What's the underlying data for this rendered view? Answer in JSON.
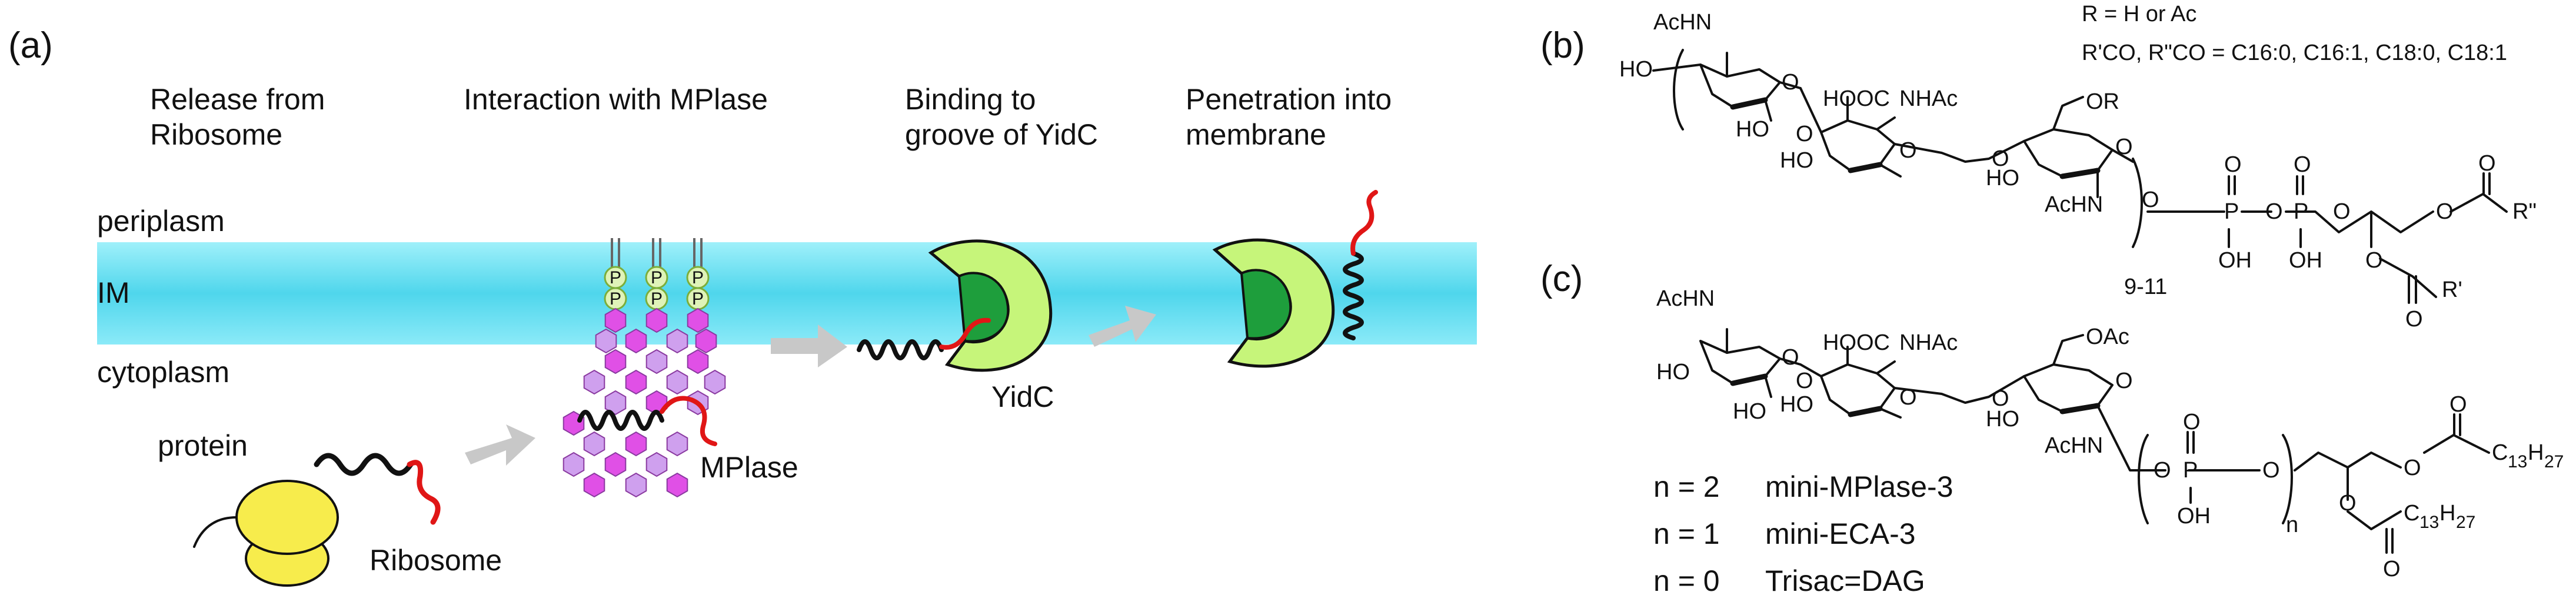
{
  "panels": {
    "a": "(a)",
    "b": "(b)",
    "c": "(c)"
  },
  "steps": {
    "release": [
      "Release from",
      "Ribosome"
    ],
    "interaction": [
      "Interaction with MPlase"
    ],
    "binding": [
      "Binding to",
      "groove of YidC"
    ],
    "penetration": [
      "Penetration into",
      "membrane"
    ]
  },
  "membrane": {
    "periplasm": "periplasm",
    "im": "IM",
    "cytoplasm": "cytoplasm",
    "color": "#4fd6ec"
  },
  "labels": {
    "protein": "protein",
    "ribosome": "Ribosome",
    "mplase": "MPlase",
    "yidc": "YidC",
    "phosphate": "P"
  },
  "colors": {
    "ribosome": "#f7ec4c",
    "yidc_outer": "#c6f57a",
    "yidc_inner": "#1e9e3c",
    "hex_magenta": "#e050e6",
    "hex_lilac": "#cfa0ee",
    "phos": "#dff3b8",
    "arrow": "#c8c8c8",
    "signal": "#e01616"
  },
  "chem_b": {
    "r_def": "R = H or Ac",
    "acyl_def": "R'CO, R\"CO = C16:0, C16:1, C18:0, C18:1",
    "groups": {
      "achn": "AcHN",
      "ho1": "HO",
      "ho2": "HO",
      "hooc": "HOOC",
      "nhac": "NHAc",
      "ho3": "HO",
      "or": "OR",
      "ho4": "HO",
      "achn2": "AcHN",
      "o_link1": "O",
      "o_link2": "O",
      "o_link3": "O",
      "o_ring1": "O",
      "o_ring2": "O",
      "o_ring3": "O",
      "repeat": "9-11",
      "p1": "P",
      "p2": "P",
      "o_p1": "O",
      "o_p2": "O",
      "o_p3": "O",
      "oh1": "OH",
      "oh2": "OH",
      "o_dbl1": "O",
      "o_dbl2": "O",
      "o_gly1": "O",
      "o_gly2": "O",
      "o_c1": "O",
      "o_c2": "O",
      "r2": "R\"",
      "r1": "R'"
    }
  },
  "chem_c": {
    "groups": {
      "achn": "AcHN",
      "ho1": "HO",
      "ho2": "HO",
      "hooc": "HOOC",
      "nhac": "NHAc",
      "ho3": "HO",
      "oac": "OAc",
      "ho4": "HO",
      "achn2": "AcHN",
      "o_link1": "O",
      "o_link2": "O",
      "o_link3": "O",
      "o_ring1": "O",
      "o_ring2": "O",
      "o_ring3": "O",
      "p": "P",
      "o_dbl": "O",
      "o_p1": "O",
      "o_p2": "O",
      "oh": "OH",
      "n_sub": "n",
      "o_gly1": "O",
      "o_gly2": "O",
      "o_c1": "O",
      "o_c2": "O"
    },
    "chain1": {
      "c": "C",
      "sub1": "13",
      "h": "H",
      "sub2": "27"
    },
    "chain2": {
      "c": "C",
      "sub1": "13",
      "h": "H",
      "sub2": "27"
    },
    "variants": [
      {
        "n": "n = 2",
        "name": "mini-MPlase-3"
      },
      {
        "n": "n = 1",
        "name": "mini-ECA-3"
      },
      {
        "n": "n = 0",
        "name": "Trisac=DAG"
      }
    ]
  }
}
